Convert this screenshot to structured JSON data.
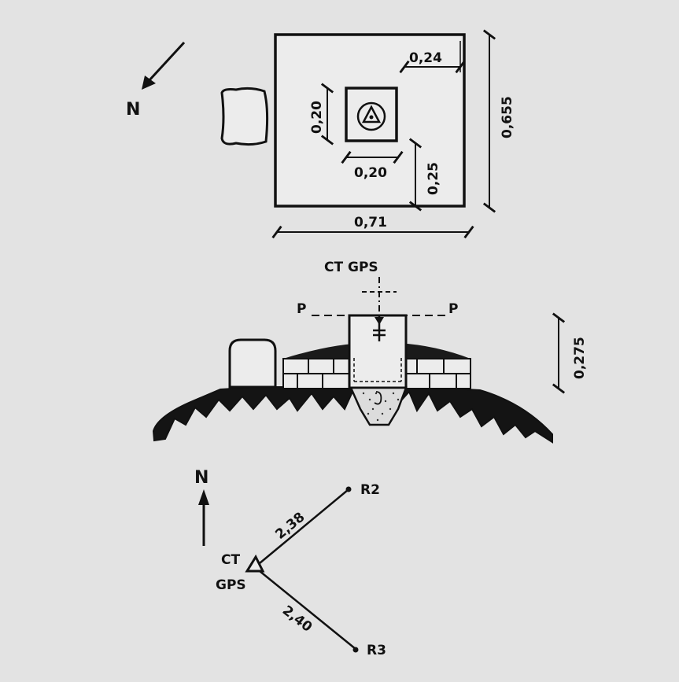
{
  "plan": {
    "north": "N",
    "dim_top_offset": "0,24",
    "dim_inner_height": "0,20",
    "dim_inner_width": "0,20",
    "dim_bottom_offset": "0,25",
    "dim_outer_height": "0,655",
    "dim_outer_width": "0,71"
  },
  "section": {
    "title": "CT GPS",
    "plane_left": "P",
    "plane_right": "P",
    "dim_height": "0,275"
  },
  "ties": {
    "north": "N",
    "station_line1": "CT",
    "station_line2": "GPS",
    "ref1_name": "R2",
    "ref1_dist": "2,38",
    "ref2_name": "R3",
    "ref2_dist": "2,40"
  },
  "colors": {
    "ink": "#111111",
    "paper": "#e3e3e3",
    "block": "#ececec"
  }
}
